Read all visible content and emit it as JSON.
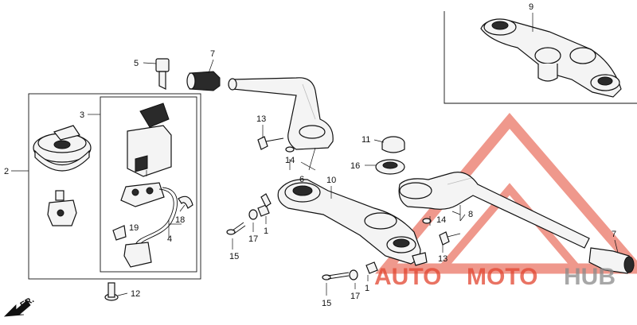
{
  "callouts": {
    "c1a": "1",
    "c1b": "1",
    "c2": "2",
    "c3": "3",
    "c4": "4",
    "c5": "5",
    "c6": "6",
    "c7a": "7",
    "c7b": "7",
    "c8": "8",
    "c9": "9",
    "c10": "10",
    "c11": "11",
    "c12": "12",
    "c13a": "13",
    "c13b": "13",
    "c14a": "14",
    "c14b": "14",
    "c15a": "15",
    "c15b": "15",
    "c16": "16",
    "c17a": "17",
    "c17b": "17",
    "c18": "18",
    "c19": "19"
  },
  "front_arrow": {
    "label": "FR."
  },
  "watermark": {
    "word_auto": "AUTO",
    "word_moto": "MOTO",
    "word_hub": "HUB",
    "color_red": "#e2452f",
    "color_gray": "#8a8a8a"
  }
}
